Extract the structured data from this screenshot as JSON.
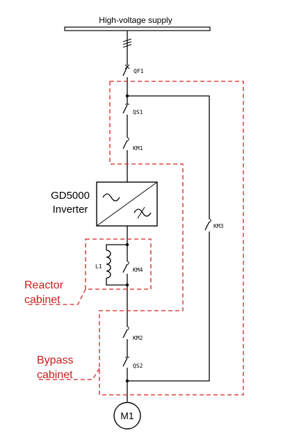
{
  "supply": {
    "label": "High-voltage supply"
  },
  "breaker": {
    "label": "QF1"
  },
  "switches": {
    "qs1": "QS1",
    "km1": "KM1",
    "km2": "KM2",
    "km3": "KM3",
    "km4": "KM4",
    "qs2": "QS2"
  },
  "inverter": {
    "line1": "GD5000",
    "line2": "Inverter"
  },
  "reactor": {
    "label": "L1"
  },
  "motor": {
    "label": "M1"
  },
  "cabinets": {
    "reactor_line1": "Reactor",
    "reactor_line2": "cabinet",
    "bypass_line1": "Bypass",
    "bypass_line2": "cabinet"
  },
  "colors": {
    "line": "#000000",
    "cabinet_border": "#d62020",
    "cabinet_label": "#c81e1e"
  }
}
